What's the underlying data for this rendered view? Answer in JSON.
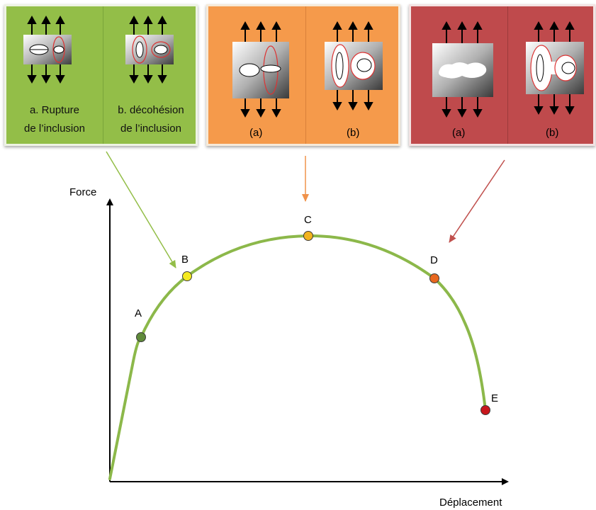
{
  "panels": {
    "green": {
      "a_caption_1": "a. Rupture",
      "a_caption_2": "de l’inclusion",
      "b_caption_1": "b. décohésion",
      "b_caption_2": "de l’inclusion"
    },
    "orange": {
      "a_caption": "(a)",
      "b_caption": "(b)"
    },
    "red": {
      "a_caption": "(a)",
      "b_caption": "(b)"
    }
  },
  "colors": {
    "green_panel": "#93be48",
    "orange_panel": "#f59a4b",
    "red_panel": "#bf4a4c",
    "curve": "#8cb84a",
    "arrow_green": "#93be48",
    "arrow_orange": "#f0924a",
    "arrow_red": "#c0504d"
  },
  "chart": {
    "y_axis_label": "Force",
    "x_axis_label": "Déplacement",
    "points": [
      {
        "label": "A",
        "color": "#5f8a3a"
      },
      {
        "label": "B",
        "color": "#f4ea1f"
      },
      {
        "label": "C",
        "color": "#f2b31e"
      },
      {
        "label": "D",
        "color": "#e8681f"
      },
      {
        "label": "E",
        "color": "#c8161c"
      }
    ]
  }
}
